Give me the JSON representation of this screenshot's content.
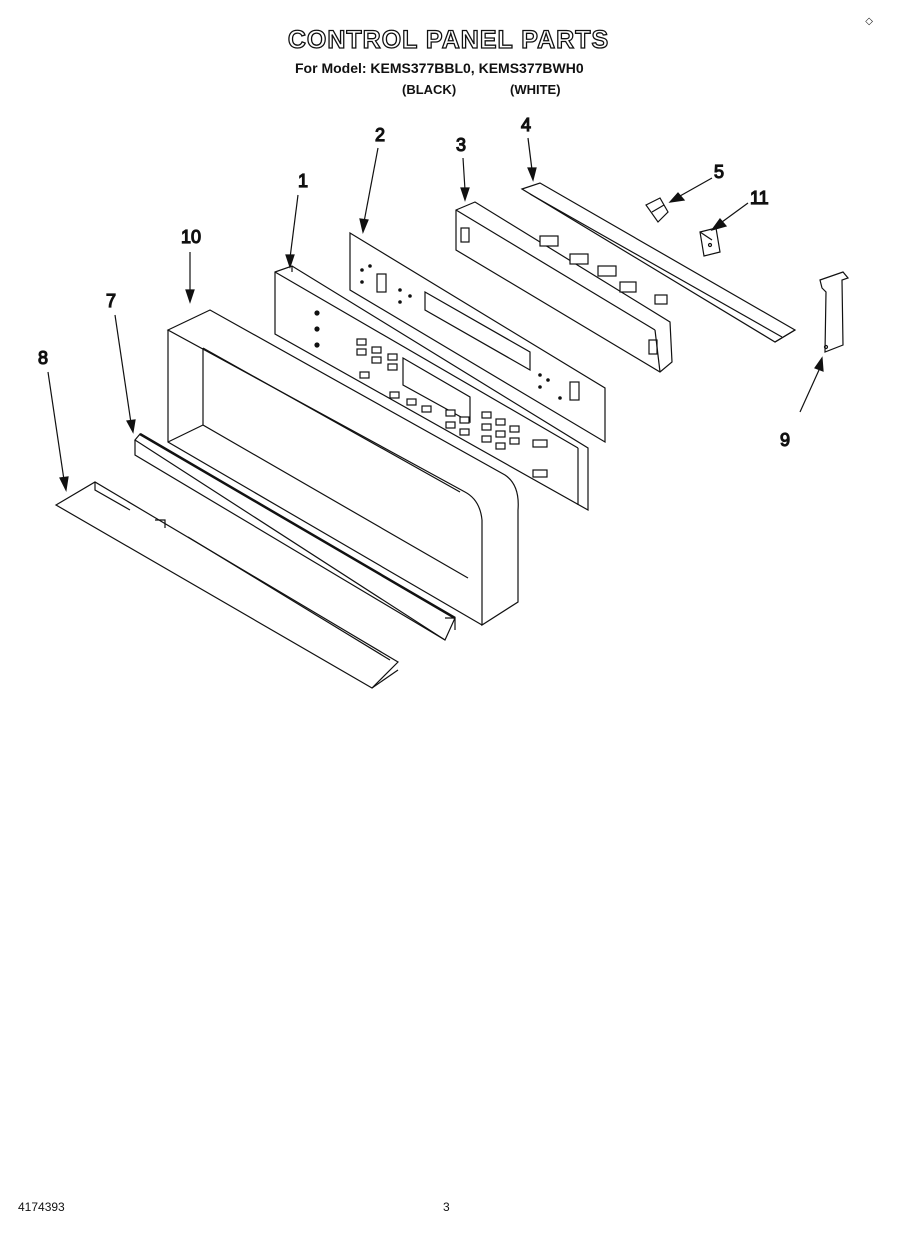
{
  "header": {
    "title": "CONTROL PANEL PARTS",
    "models": "For Model: KEMS377BBL0, KEMS377BWH0",
    "color_black": "(BLACK)",
    "color_white": "(WHITE)"
  },
  "callouts": {
    "p1": "1",
    "p2": "2",
    "p3": "3",
    "p4": "4",
    "p5": "5",
    "p7": "7",
    "p8": "8",
    "p9": "9",
    "p10": "10",
    "p11": "11"
  },
  "footer": {
    "doc_number": "4174393",
    "page_number": "3"
  },
  "marks": {
    "corner": "◇"
  }
}
